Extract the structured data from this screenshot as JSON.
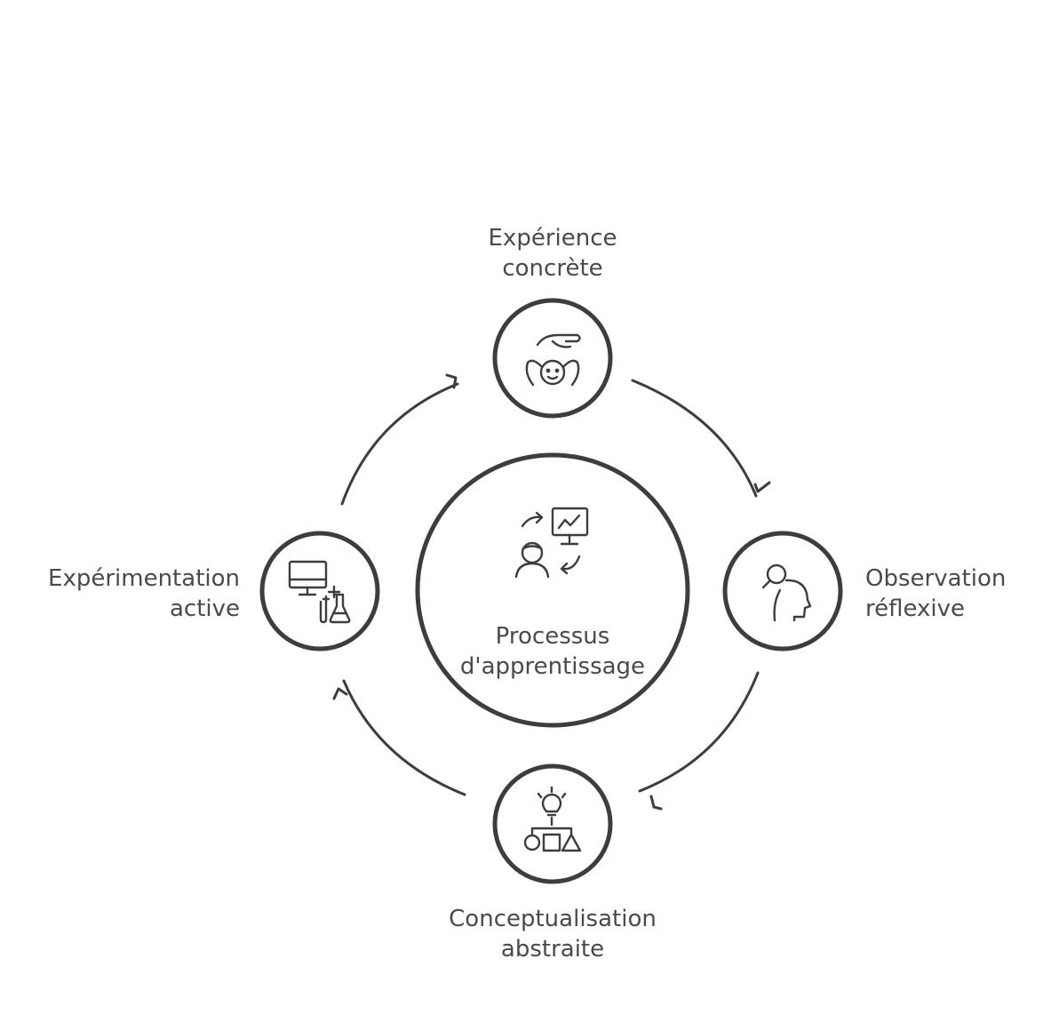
{
  "center": {
    "line1": "Processus",
    "line2": "d'apprentissage",
    "icon": "learning-process-icon"
  },
  "stages": {
    "top": {
      "line1": "Expérience",
      "line2": "concrète",
      "icon": "hands-child-icon"
    },
    "right": {
      "line1": "Observation",
      "line2": "réflexive",
      "icon": "head-magnifier-icon"
    },
    "bottom": {
      "line1": "Conceptualisation",
      "line2": "abstraite",
      "icon": "idea-shapes-icon"
    },
    "left": {
      "line1": "Expérimentation",
      "line2": "active",
      "icon": "computer-flask-icon"
    }
  },
  "colors": {
    "stroke": "#3d3d3d",
    "text": "#4a4a4a"
  }
}
